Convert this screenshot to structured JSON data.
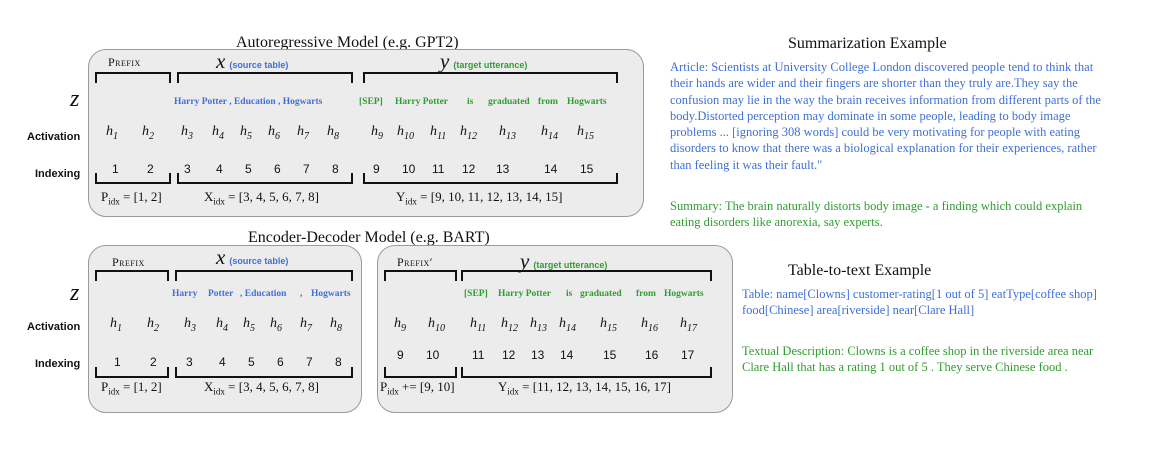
{
  "ar": {
    "title": "Autoregressive  Model  (e.g. GPT2)",
    "prefix": "Prefix",
    "x": "x",
    "x_sub": "(source table)",
    "y": "y",
    "y_sub": "(target utterance)",
    "z": "z",
    "activation_label": "Activation",
    "indexing_label": "Indexing",
    "source_tokens": "Harry  Potter , Education , Hogwarts",
    "sep": "[SEP]",
    "target_tokens": [
      "Harry Potter",
      "is",
      "graduated",
      "from",
      "Hogwarts"
    ],
    "activations": [
      "h",
      "h",
      "h",
      "h",
      "h",
      "h",
      "h",
      "h",
      "h",
      "h",
      "h",
      "h",
      "h",
      "h",
      "h"
    ],
    "activation_subs": [
      "1",
      "2",
      "3",
      "4",
      "5",
      "6",
      "7",
      "8",
      "9",
      "10",
      "11",
      "12",
      "13",
      "14",
      "15"
    ],
    "indices": [
      "1",
      "2",
      "3",
      "4",
      "5",
      "6",
      "7",
      "8",
      "9",
      "10",
      "11",
      "12",
      "13",
      "14",
      "15"
    ],
    "p_idx": "P",
    "p_idx_sub": "idx",
    "p_idx_val": " = [1, 2]",
    "x_idx": "X",
    "x_idx_sub": "idx",
    "x_idx_val": " = [3, 4, 5, 6, 7, 8]",
    "y_idx": "Y",
    "y_idx_sub": "idx",
    "y_idx_val": " = [9, 10, 11, 12, 13, 14, 15]"
  },
  "ed": {
    "title": "Encoder-Decoder Model  (e.g. BART)",
    "prefix": "Prefix",
    "prefix2": "Prefix′",
    "x": "x",
    "x_sub": "(source table)",
    "y": "y",
    "y_sub": "(target utterance)",
    "z": "z",
    "activation_label": "Activation",
    "indexing_label": "Indexing",
    "source_tokens": [
      "Harry",
      "Potter",
      ", Education",
      ",",
      "Hogwarts"
    ],
    "sep": "[SEP]",
    "target_tokens": [
      "Harry Potter",
      "is",
      "graduated",
      "from",
      "Hogwarts"
    ],
    "enc_activation_subs": [
      "1",
      "2",
      "3",
      "4",
      "5",
      "6",
      "7",
      "8"
    ],
    "enc_indices": [
      "1",
      "2",
      "3",
      "4",
      "5",
      "6",
      "7",
      "8"
    ],
    "dec_activation_subs": [
      "9",
      "10",
      "11",
      "12",
      "13",
      "14",
      "15",
      "16",
      "17"
    ],
    "dec_indices": [
      "9",
      "10",
      "11",
      "12",
      "13",
      "14",
      "15",
      "16",
      "17"
    ],
    "h": "h",
    "p_idx": "P",
    "p_idx_sub": "idx",
    "p_idx_val": " = [1, 2]",
    "x_idx": "X",
    "x_idx_sub": "idx",
    "x_idx_val": " = [3, 4, 5, 6, 7, 8]",
    "p2_idx": "P",
    "p2_idx_sub": "idx",
    "p2_idx_val": " += [9, 10]",
    "y_idx": "Y",
    "y_idx_sub": "idx",
    "y_idx_val": " = [11, 12, 13, 14, 15, 16, 17]"
  },
  "summ": {
    "title": "Summarization Example",
    "article": "Article: Scientists at University College London discovered people tend to think that their hands are wider and their fingers are shorter than they truly are.They say the confusion may lie in the way the brain receives information from different parts of the body.Distorted perception may dominate in some people, leading to body image problems ... [ignoring 308 words] could be very motivating for people with eating disorders to know that there was a biological explanation for their experiences, rather than feeling it was their fault.\"",
    "summary": "Summary: The brain naturally distorts body image - a finding which could explain eating disorders like anorexia, say experts."
  },
  "t2t": {
    "title": "Table-to-text Example",
    "table": "Table:  name[Clowns] customer-rating[1 out of 5]  eatType[coffee shop] food[Chinese] area[riverside] near[Clare Hall]",
    "description": "Textual Description: Clowns is a coffee shop in the riverside area near Clare Hall that has a rating 1 out of 5 . They serve Chinese food ."
  },
  "colors": {
    "source": "#3f6fd8",
    "target": "#2f9e2f",
    "panel": "#ececec"
  }
}
